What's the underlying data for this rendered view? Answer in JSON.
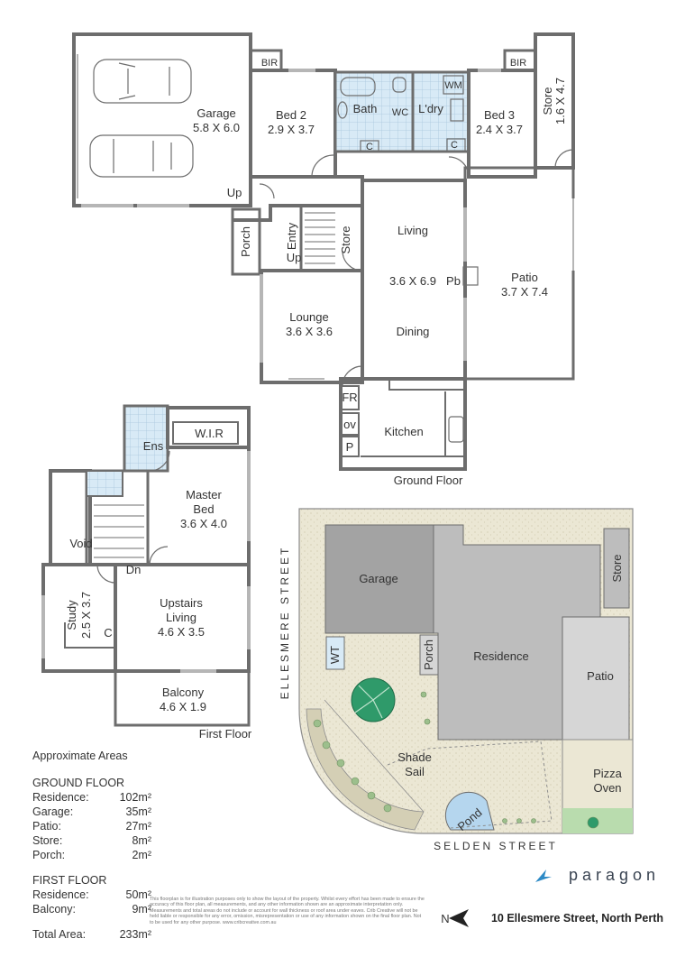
{
  "ground_floor": {
    "title": "Ground Floor",
    "rooms": {
      "garage": {
        "name": "Garage",
        "size": "5.8 X 6.0"
      },
      "bir_left": {
        "name": "BIR"
      },
      "bed2": {
        "name": "Bed 2",
        "size": "2.9 X 3.7"
      },
      "bath": {
        "name": "Bath"
      },
      "wc": {
        "name": "WC"
      },
      "laundry": {
        "name": "L'dry"
      },
      "wm": {
        "name": "WM"
      },
      "bir_right": {
        "name": "BIR"
      },
      "bed3": {
        "name": "Bed 3",
        "size": "2.4 X 3.7"
      },
      "store_side": {
        "name": "Store",
        "size": "1.6 X 4.7"
      },
      "up_garage": {
        "name": "Up"
      },
      "porch": {
        "name": "Porch"
      },
      "entry": {
        "name": "Entry"
      },
      "up_entry": {
        "name": "Up"
      },
      "store_stair": {
        "name": "Store"
      },
      "living": {
        "name": "Living",
        "size": "3.6 X 6.9"
      },
      "dining": {
        "name": "Dining"
      },
      "pb": {
        "name": "Pb"
      },
      "patio": {
        "name": "Patio",
        "size": "3.7 X 7.4"
      },
      "lounge": {
        "name": "Lounge",
        "size": "3.6 X 3.6"
      },
      "fr": {
        "name": "FR"
      },
      "ov": {
        "name": "ov"
      },
      "p": {
        "name": "P"
      },
      "kitchen": {
        "name": "Kitchen"
      },
      "c_bath": {
        "name": "C"
      },
      "c_laundry": {
        "name": "C"
      }
    }
  },
  "first_floor": {
    "title": "First Floor",
    "rooms": {
      "ens": {
        "name": "Ens"
      },
      "wir": {
        "name": "W.I.R"
      },
      "master": {
        "name": "Master",
        "name2": "Bed",
        "size": "3.6 X 4.0"
      },
      "void": {
        "name": "Void"
      },
      "dn": {
        "name": "Dn"
      },
      "study": {
        "name": "Study",
        "size": "2.5 X 3.7"
      },
      "c_study": {
        "name": "C"
      },
      "upstairs": {
        "name": "Upstairs",
        "name2": "Living",
        "size": "4.6 X 3.5"
      },
      "balcony": {
        "name": "Balcony",
        "size": "4.6 X 1.9"
      }
    }
  },
  "site_plan": {
    "street_left": "ELLESMERE STREET",
    "street_bottom": "SELDEN STREET",
    "garage": "Garage",
    "store": "Store",
    "residence": "Residence",
    "patio": "Patio",
    "wt": "WT",
    "porch": "Porch",
    "shade": "Shade",
    "sail": "Sail",
    "pizza": "Pizza",
    "oven": "Oven",
    "pond": "Pond"
  },
  "areas": {
    "title": "Approximate Areas",
    "ground": {
      "heading": "GROUND FLOOR",
      "rows": [
        {
          "label": "Residence:",
          "value": "102m²"
        },
        {
          "label": "Garage:",
          "value": "35m²"
        },
        {
          "label": "Patio:",
          "value": "27m²"
        },
        {
          "label": "Store:",
          "value": "8m²"
        },
        {
          "label": "Porch:",
          "value": "2m²"
        }
      ]
    },
    "first": {
      "heading": "FIRST FLOOR",
      "rows": [
        {
          "label": "Residence:",
          "value": "50m²"
        },
        {
          "label": "Balcony:",
          "value": "9m²"
        }
      ]
    },
    "total": {
      "label": "Total Area:",
      "value": "233m²"
    }
  },
  "disclaimer": "This floorplan is for illustration purposes only to show the layout of the property. Whilst every effort has been made to ensure the accuracy of this floor plan, all measurements, and any other information shown are an approximate interpretation only. Measurements and total areas do not include or account for wall thickness or roof area under eaves. Crib Creative will not be held liable or responsible for any error, omission, misrepresentation or use of any information shown on the final floor plan. Not to be used for any other purpose. www.cribcreative.com.au",
  "brand": "paragon",
  "address": "10 Ellesmere Street, North Perth",
  "compass": "N",
  "colors": {
    "wall": "#6d6d6d",
    "wet_area": "#d8eaf6",
    "garage_site": "#a3a3a3",
    "residence_site": "#bdbdbd",
    "patio_site": "#d6d6d6",
    "site_ground": "#ebe7d4",
    "lawn": "#b9dcae",
    "tree": "#2f9a6a",
    "pond": "#b5d6ee",
    "brand_blue": "#2d8ac6"
  }
}
